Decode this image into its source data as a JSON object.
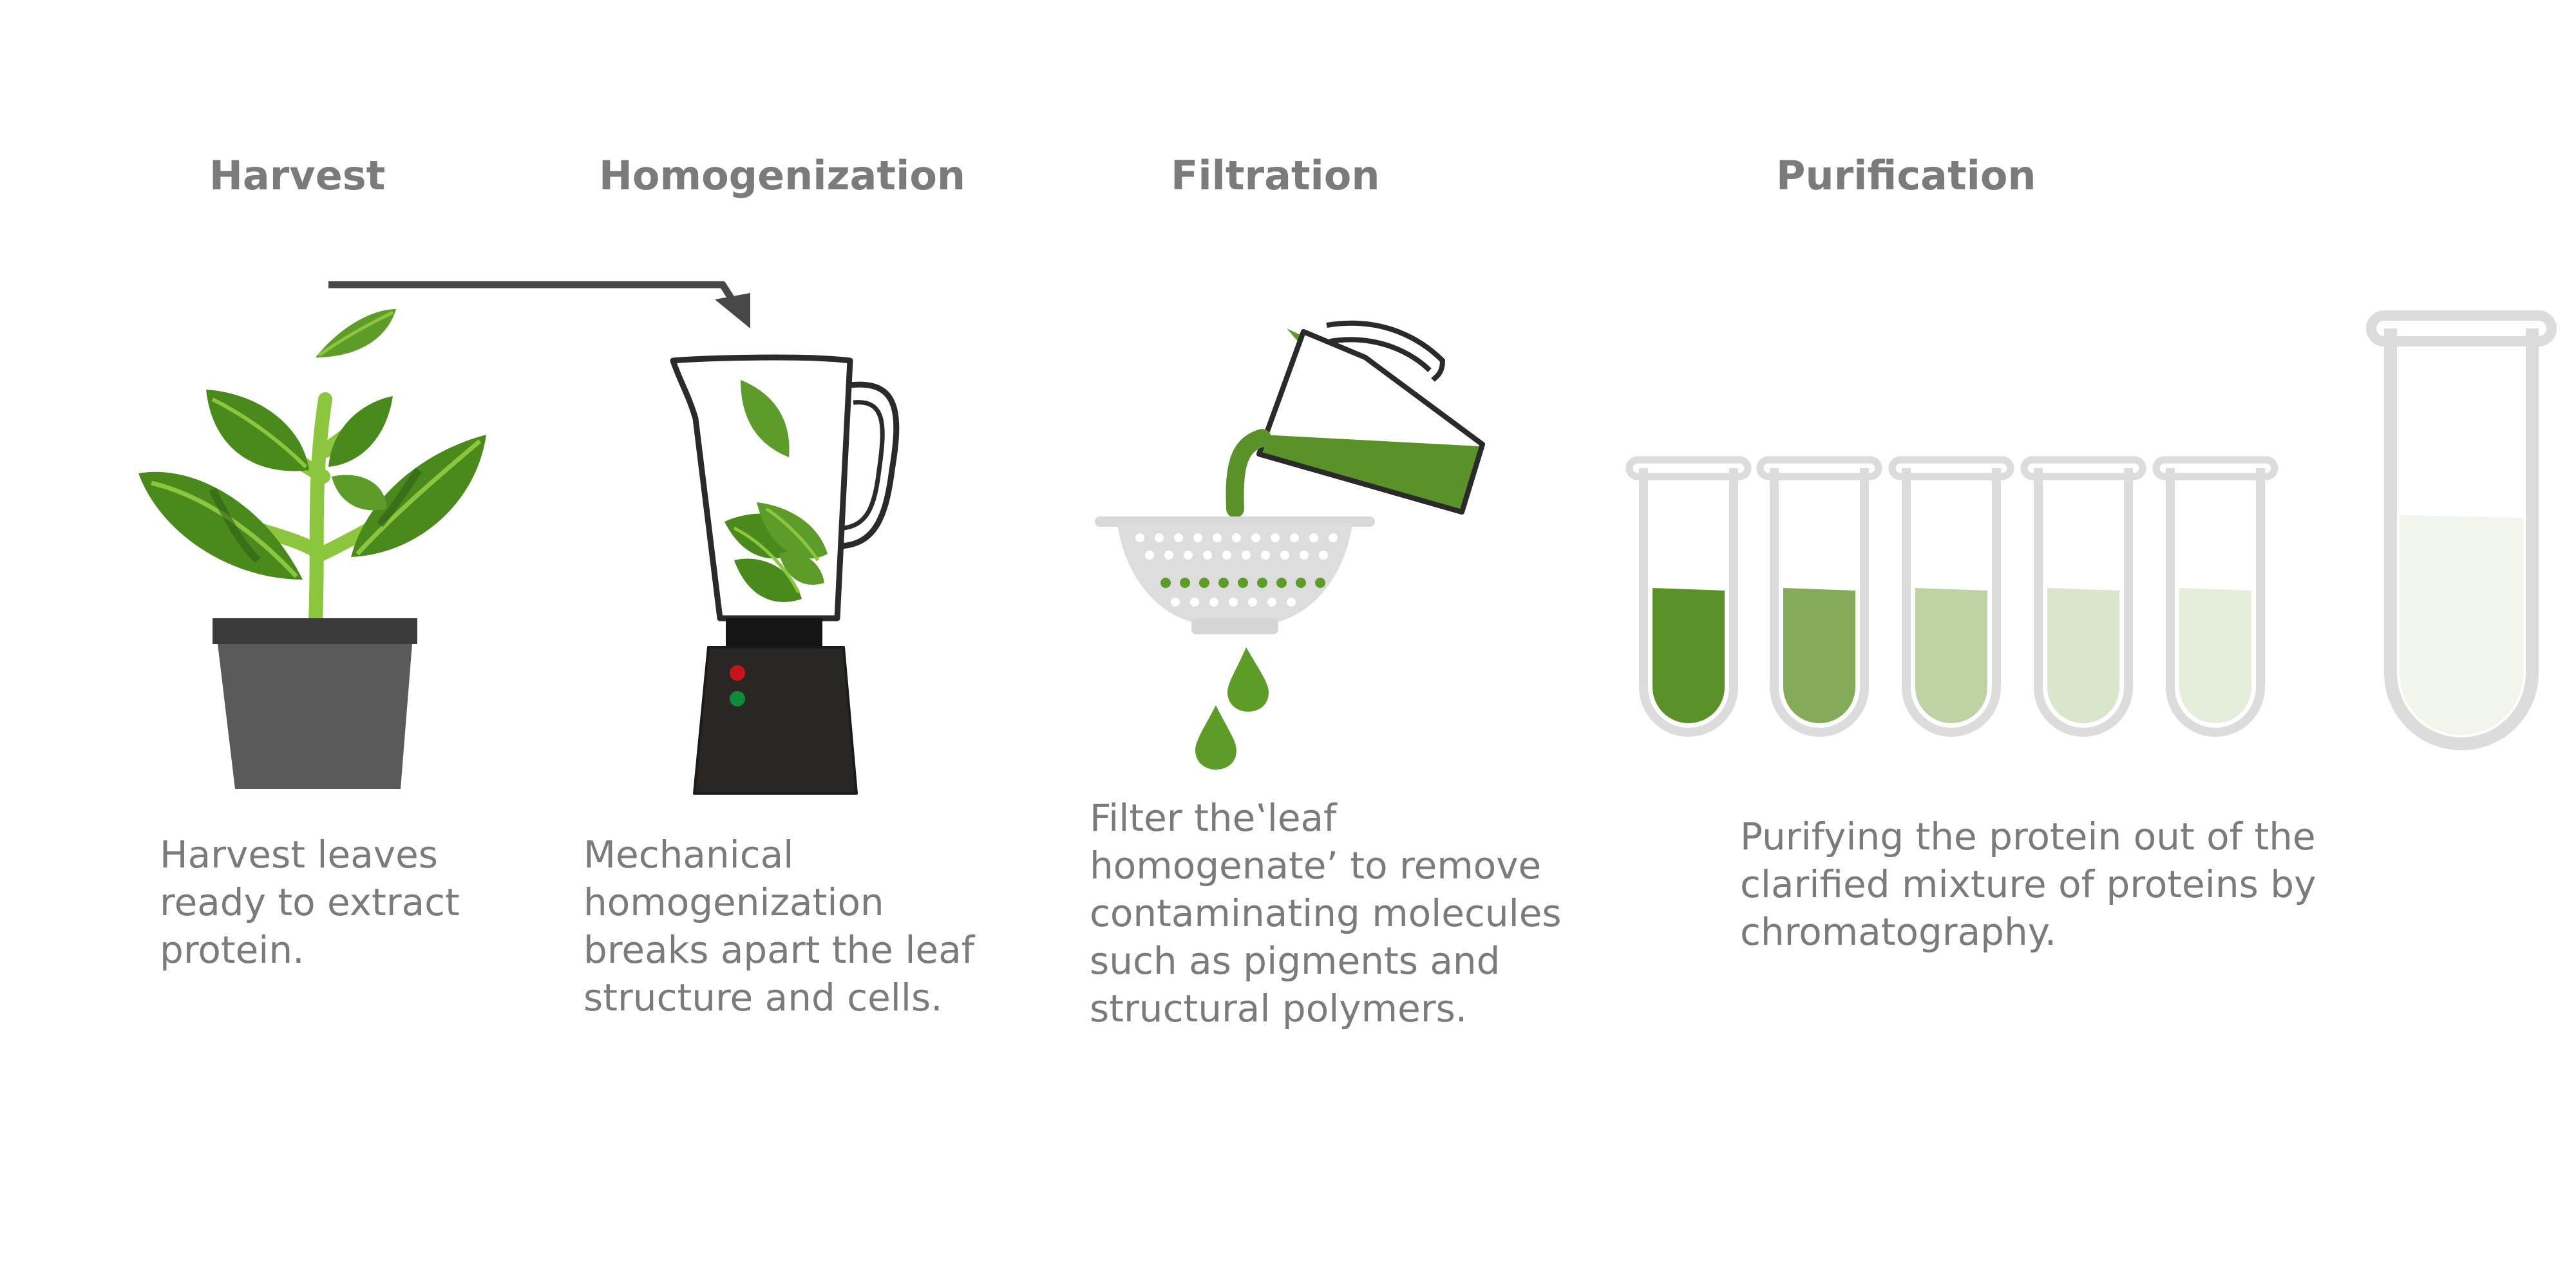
{
  "steps": [
    {
      "title": "Harvest",
      "lines": [
        "Harvest leaves",
        "ready to extract",
        "protein."
      ],
      "icon": "potted-plant-icon"
    },
    {
      "title": "Homogenization",
      "lines": [
        "Mechanical",
        "homogenization",
        "breaks apart the leaf",
        "structure and cells."
      ],
      "icon": "blender-icon"
    },
    {
      "title": "Filtration",
      "lines": [
        "Filter the‛leaf",
        "homogenate’ to remove",
        "contaminating molecules",
        "such as pigments and",
        "structural polymers."
      ],
      "icon": "colander-pitcher-icon"
    },
    {
      "title": "Purification",
      "lines": [
        "Purifying the protein out of the",
        "clarified mixture of proteins by",
        "chromatography."
      ],
      "icon": "test-tubes-icon"
    }
  ],
  "colors": {
    "leaf_dark": "#4a8a1c",
    "leaf_light": "#8cc63f",
    "liquid": "#5a9128",
    "text": "#7b7b7b",
    "tube": "#dcdcdc"
  },
  "tube_fills": [
    "#5a9128",
    "#84ab57",
    "#bdd3a3",
    "#d9e6cc",
    "#e5eedb",
    "#f1f5ec"
  ]
}
